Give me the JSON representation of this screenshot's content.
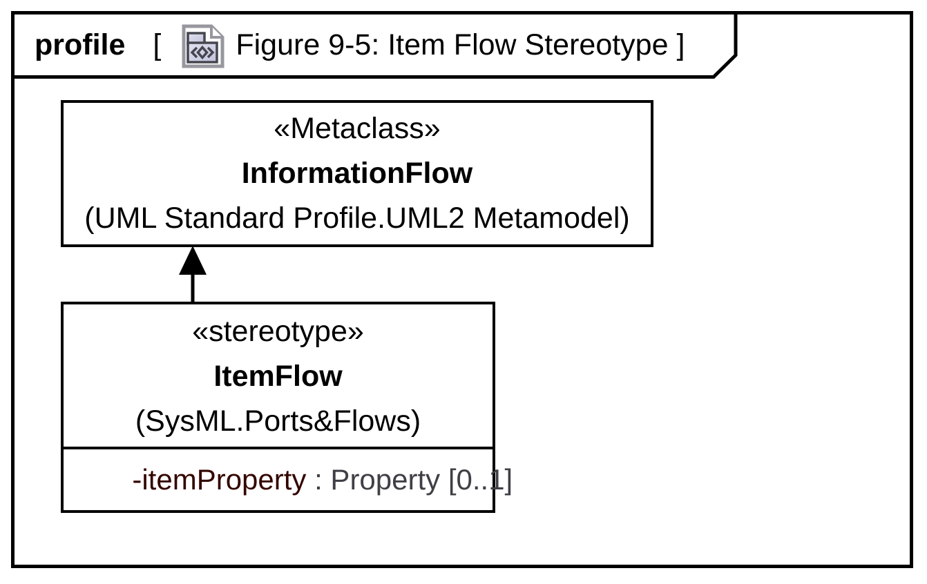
{
  "header": {
    "kind": "profile",
    "open_bracket": "[",
    "title": "Figure 9-5: Item Flow Stereotype",
    "close_bracket": "]",
    "icon": "profile-diagram-icon"
  },
  "metaclass_box": {
    "stereotype": "«Metaclass»",
    "name": "InformationFlow",
    "package": "(UML Standard Profile.UML2 Metamodel)"
  },
  "stereotype_box": {
    "stereotype": "«stereotype»",
    "name": "ItemFlow",
    "package": "(SysML.Ports&Flows)",
    "attributes": [
      {
        "name": "-itemProperty",
        "type": " : Property [0..1]"
      }
    ]
  },
  "relationship": {
    "type": "extension",
    "from": "ItemFlow",
    "to": "InformationFlow",
    "arrowhead": "filled-triangle"
  },
  "colors": {
    "line": "#000000",
    "background": "#ffffff",
    "attribute_name": "#330500",
    "attribute_type": "#3f3f46",
    "icon_page_border": "#97979f",
    "icon_folder_border": "#46464e",
    "icon_folder_fill_light": "#e0e0f0",
    "icon_folder_fill_dark": "#c2c2dc"
  }
}
